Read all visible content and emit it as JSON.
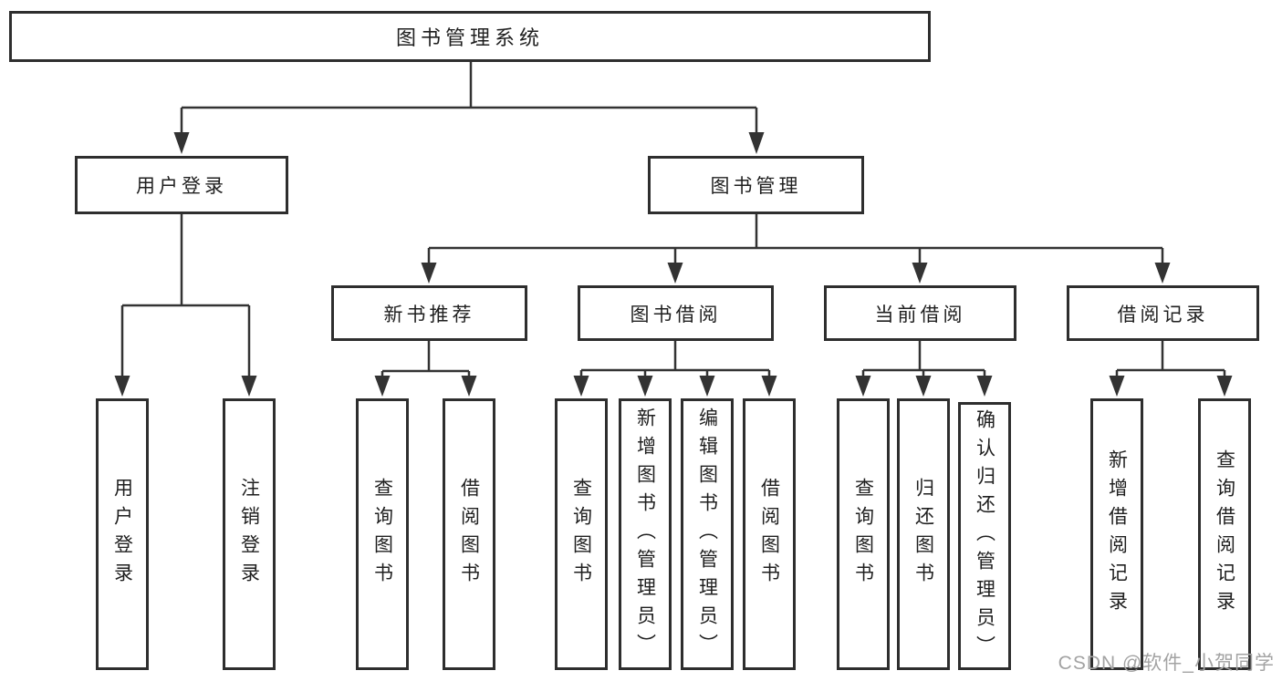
{
  "root": {
    "label": "图书管理系统"
  },
  "level2": [
    {
      "label": "用户登录"
    },
    {
      "label": "图书管理"
    }
  ],
  "level3": [
    {
      "label": "新书推荐"
    },
    {
      "label": "图书借阅"
    },
    {
      "label": "当前借阅"
    },
    {
      "label": "借阅记录"
    }
  ],
  "leaves": {
    "user_login": [
      {
        "label": "用户登录"
      },
      {
        "label": "注销登录"
      }
    ],
    "new_book": [
      {
        "label": "查询图书"
      },
      {
        "label": "借阅图书"
      }
    ],
    "borrow": [
      {
        "label": "查询图书"
      },
      {
        "label": "新增图书（管理员）"
      },
      {
        "label": "编辑图书（管理员）"
      },
      {
        "label": "借阅图书"
      }
    ],
    "current": [
      {
        "label": "查询图书"
      },
      {
        "label": "归还图书"
      },
      {
        "label": "确认归还（管理员）"
      }
    ],
    "records": [
      {
        "label": "新增借阅记录"
      },
      {
        "label": "查询借阅记录"
      }
    ]
  },
  "watermark": {
    "text": "CSDN @软件_小贺同学"
  },
  "colors": {
    "line": "#333333",
    "box_border": "#2e2e2e",
    "text": "#1f1f1f",
    "watermark": "#a3a3a3",
    "background": "#ffffff"
  }
}
